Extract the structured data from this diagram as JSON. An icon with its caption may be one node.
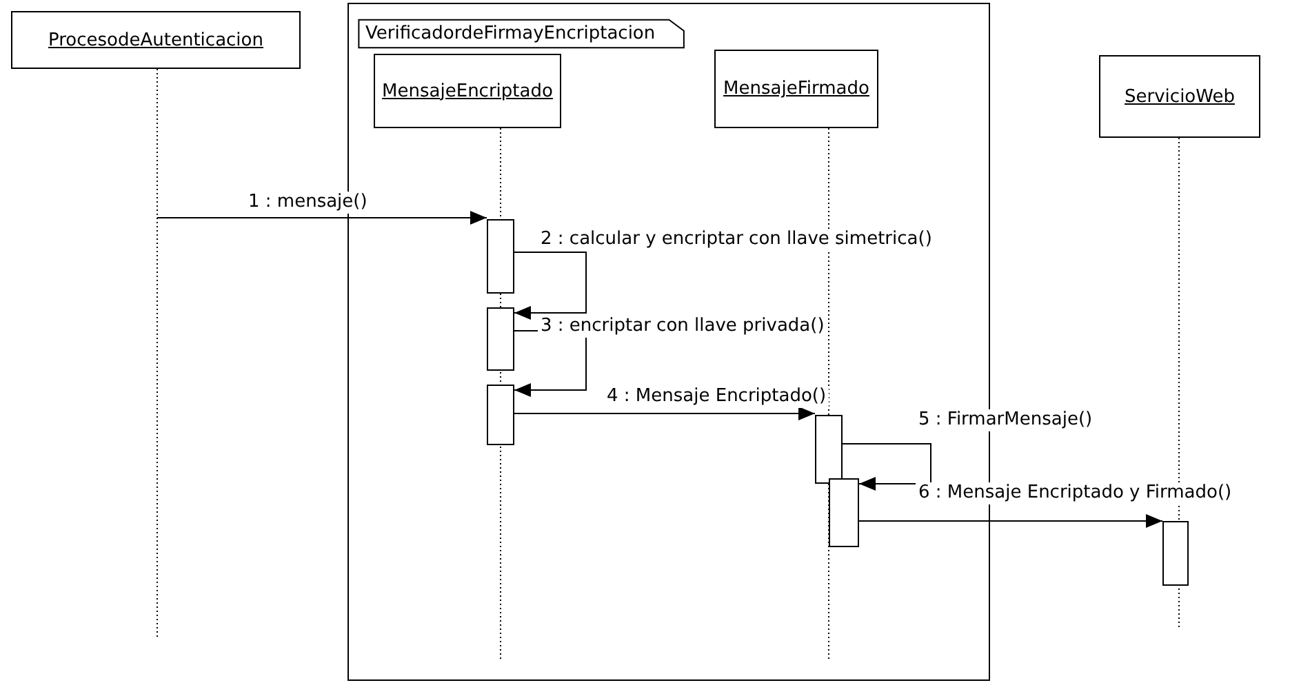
{
  "diagram": {
    "nodes": [
      {
        "text": [
          "ProcesodeAutenticacion"
        ]
      },
      {
        "text": [
          "VerificadordeFirmayEncriptacion"
        ]
      },
      {
        "text": [
          "MensajeEncriptado"
        ],
        "in": 1
      },
      {
        "text": [
          "MensajeFirmado"
        ],
        "in": 1
      },
      {
        "text": [
          "ServicioWeb"
        ]
      },
      {
        "text": [],
        "shape": "bar",
        "in": 2
      },
      {
        "text": [],
        "shape": "bar",
        "in": 2
      },
      {
        "text": [],
        "shape": "bar",
        "in": 2
      },
      {
        "text": [],
        "shape": "bar",
        "in": 3
      },
      {
        "text": [],
        "shape": "bar",
        "in": 3
      },
      {
        "text": [],
        "shape": "bar",
        "in": 4
      }
    ],
    "edges": [
      {
        "from": 0,
        "to": 5,
        "arrow": "to",
        "label": "1 : mensaje()"
      },
      {
        "from": 5,
        "to": 6,
        "arrow": "to",
        "label": "2 : calcular y encriptar con llave simetrica()"
      },
      {
        "from": 6,
        "to": 7,
        "arrow": "to",
        "label": "3 : encriptar con llave privada()"
      },
      {
        "from": 7,
        "to": 8,
        "arrow": "to",
        "label": "4 : Mensaje Encriptado()"
      },
      {
        "from": 8,
        "to": 9,
        "arrow": "to",
        "label": "5 : FirmarMensaje()"
      },
      {
        "from": 9,
        "to": 10,
        "arrow": "to",
        "label": "6 : Mensaje Encriptado y Firmado()"
      }
    ]
  }
}
